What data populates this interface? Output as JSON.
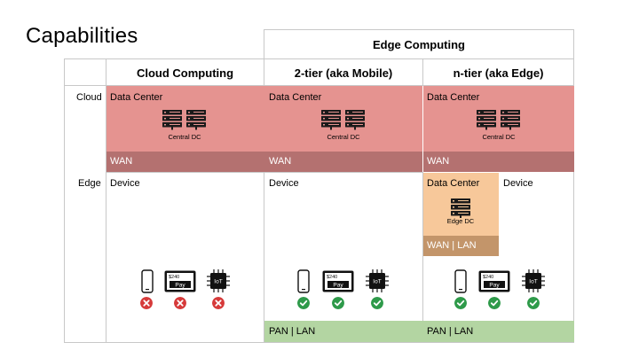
{
  "title": "Capabilities",
  "headers": {
    "edge_group": "Edge Computing",
    "cloud": "Cloud Computing",
    "two_tier": "2-tier (aka Mobile)",
    "n_tier": "n-tier (aka Edge)"
  },
  "rows": {
    "cloud": "Cloud",
    "edge": "Edge"
  },
  "cloud_col": {
    "data_center": "Data Center",
    "central_dc": "Central DC",
    "wan": "WAN",
    "device": "Device"
  },
  "two_tier_col": {
    "data_center": "Data Center",
    "central_dc": "Central DC",
    "wan": "WAN",
    "device": "Device",
    "pan_lan": "PAN | LAN"
  },
  "n_tier_col": {
    "data_center": "Data Center",
    "central_dc": "Central DC",
    "wan": "WAN",
    "edge_data_center": "Data Center",
    "edge_dc": "Edge DC",
    "wan_lan": "WAN | LAN",
    "device": "Device",
    "pan_lan": "PAN | LAN"
  },
  "devices": {
    "pay_amount": "$240",
    "pay_label": "Pay",
    "iot_label": "IoT"
  },
  "colors": {
    "cloud_band": "#e59390",
    "wan_band": "#b47170",
    "edge_dc": "#f7c89a",
    "wan_lan_band": "#c3956a",
    "pan_lan_band": "#b3d5a2",
    "unsupported": "#d63a3a",
    "supported": "#2e9a4a"
  },
  "icons": {
    "server": "server-rack-icon",
    "phone": "smartphone-icon",
    "pos": "pos-terminal-icon",
    "iot": "chip-icon",
    "fail": "x-circle-icon",
    "ok": "check-circle-icon"
  }
}
